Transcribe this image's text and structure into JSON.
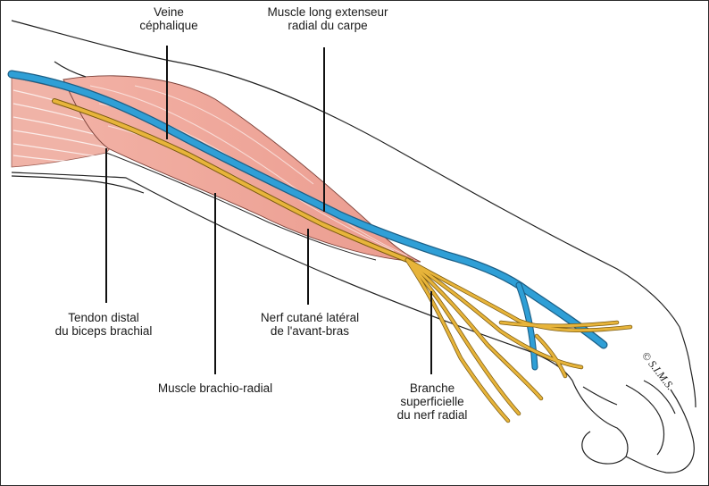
{
  "labels": {
    "veine_cephalique": [
      "Veine",
      "céphalique"
    ],
    "muscle_long_extenseur": [
      "Muscle long extenseur",
      "radial du carpe"
    ],
    "tendon_distal": [
      "Tendon distal",
      "du biceps brachial"
    ],
    "nerf_cutane": [
      "Nerf cutané latéral",
      "de l'avant-bras"
    ],
    "muscle_brachio_radial": "Muscle brachio-radial",
    "branche_superficielle": [
      "Branche",
      "superficielle",
      "du nerf radial"
    ]
  },
  "copyright": "© S.I.M.S.",
  "colors": {
    "vein": "#2f9fd6",
    "vein_outline": "#1c5f86",
    "nerve": "#e7b43a",
    "nerve_outline": "#7a5a10",
    "muscle": "#eea79b",
    "muscle_light": "#f6cbc2",
    "outline": "#222222",
    "leader": "#111111"
  }
}
